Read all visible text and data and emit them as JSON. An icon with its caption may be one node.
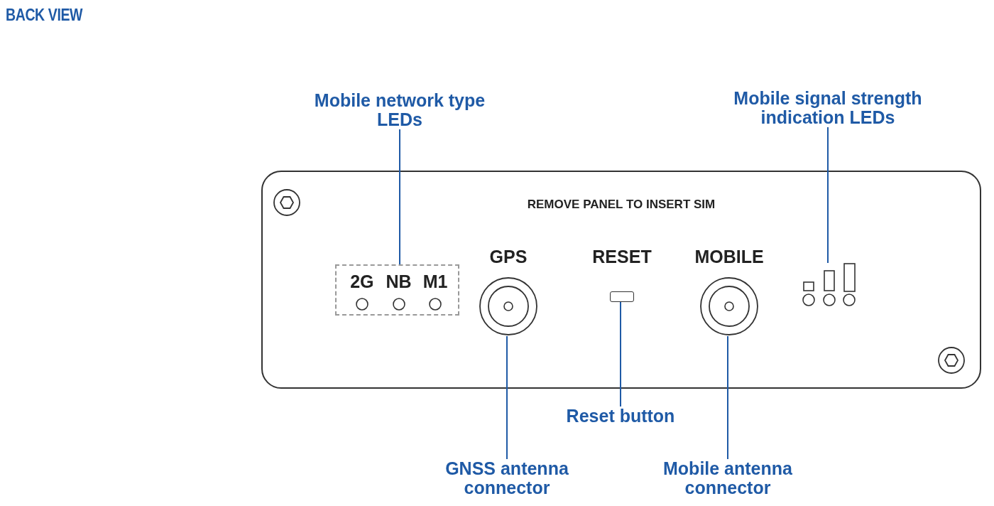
{
  "diagram": {
    "title": "BACK VIEW",
    "nodes": [
      {
        "text": [
          "Mobile network type LEDs"
        ]
      },
      {
        "text": [
          "Mobile signal strength indication LEDs"
        ]
      },
      {
        "text": [
          "REMOVE PANEL TO INSERT SIM"
        ]
      },
      {
        "text": [
          "2G",
          "NB",
          "M1"
        ],
        "in": 2
      },
      {
        "text": [],
        "shape": "circle",
        "beside": [
          "GPS"
        ],
        "in": 2
      },
      {
        "text": [],
        "shape": "box",
        "beside": [
          "RESET"
        ],
        "in": 2
      },
      {
        "text": [],
        "shape": "circle",
        "beside": [
          "MOBILE"
        ],
        "in": 2
      },
      {
        "text": [],
        "shape": "picture",
        "in": 2
      },
      {
        "text": [
          "GNSS antenna connector"
        ]
      },
      {
        "text": [
          "Reset button"
        ]
      },
      {
        "text": [
          "Mobile antenna connector"
        ]
      }
    ],
    "edges": [
      {
        "from": 0,
        "to": 3,
        "arrow": "none"
      },
      {
        "from": 1,
        "to": 7,
        "arrow": "none"
      },
      {
        "from": 8,
        "to": 4,
        "arrow": "none"
      },
      {
        "from": 9,
        "to": 5,
        "arrow": "none"
      },
      {
        "from": 10,
        "to": 6,
        "arrow": "none"
      }
    ]
  }
}
